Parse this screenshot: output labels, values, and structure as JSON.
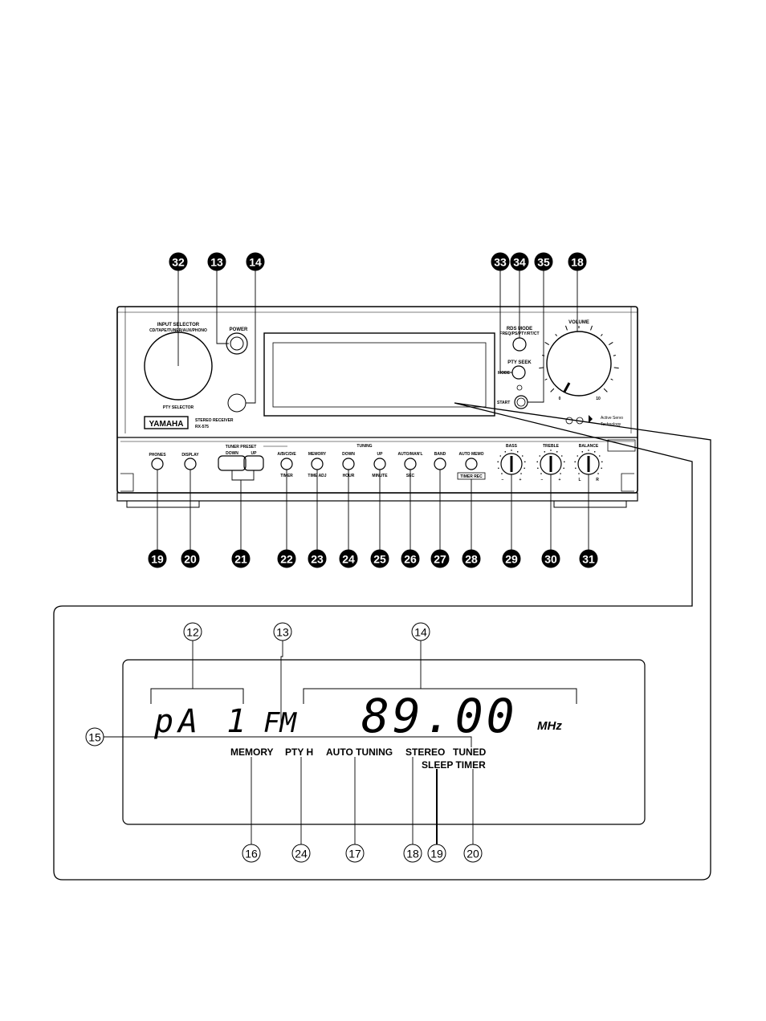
{
  "front_panel": {
    "input_selector": "INPUT SELECTOR",
    "input_sources": "CD/TAPE/TUNER/AUX/PHONO",
    "pty_selector": "PTY SELECTOR",
    "power": "POWER",
    "brand": "YAMAHA",
    "model_type": "STEREO RECEIVER",
    "model": "RX-575",
    "rds_mode": "RDS MODE",
    "rds_mode_opts": "FREQ/PS/PTY/RT/CT",
    "pty_seek": "PTY SEEK",
    "mode": "MODE",
    "start": "START",
    "volume": "VOLUME",
    "active_servo_1": "Active Servo",
    "active_servo_2": "Technology",
    "phones": "PHONES",
    "display": "DISPLAY",
    "tuner_preset": "TUNER PRESET",
    "down": "DOWN",
    "up": "UP",
    "abcde": "A/B/C/D/E",
    "timer": "TIMER",
    "memory": "MEMORY",
    "time_adj": "TIME ADJ",
    "tuning": "TUNING",
    "hour": "HOUR",
    "minute": "MINUTE",
    "auto_manl": "AUTO/MAN'L",
    "sec": "SEC",
    "band": "BAND",
    "auto_memo": "AUTO MEMO",
    "timer_rec": "TIMER REC",
    "bass": "BASS",
    "treble": "TREBLE",
    "balance": "BALANCE",
    "vol_min": "0",
    "vol_max": "10",
    "minus": "−",
    "plus": "+",
    "left": "L",
    "right": "R"
  },
  "callouts_top": [
    "32",
    "13",
    "14",
    "33",
    "34",
    "35",
    "18"
  ],
  "callouts_bottom": [
    "19",
    "20",
    "21",
    "22",
    "23",
    "24",
    "25",
    "26",
    "27",
    "28",
    "29",
    "30",
    "31"
  ],
  "display": {
    "preset": "pA 1",
    "band": "FM",
    "frequency": "89.00",
    "unit": "MHz",
    "ind_memory": "MEMORY",
    "ind_pty_h": "PTY H",
    "ind_auto_tuning": "AUTO TUNING",
    "ind_stereo": "STEREO",
    "ind_tuned": "TUNED",
    "ind_sleep_timer": "SLEEP TIMER"
  },
  "display_callouts_top": [
    "12",
    "13",
    "14",
    "15"
  ],
  "display_callouts_bottom": [
    "16",
    "24",
    "17",
    "18",
    "19",
    "20"
  ]
}
